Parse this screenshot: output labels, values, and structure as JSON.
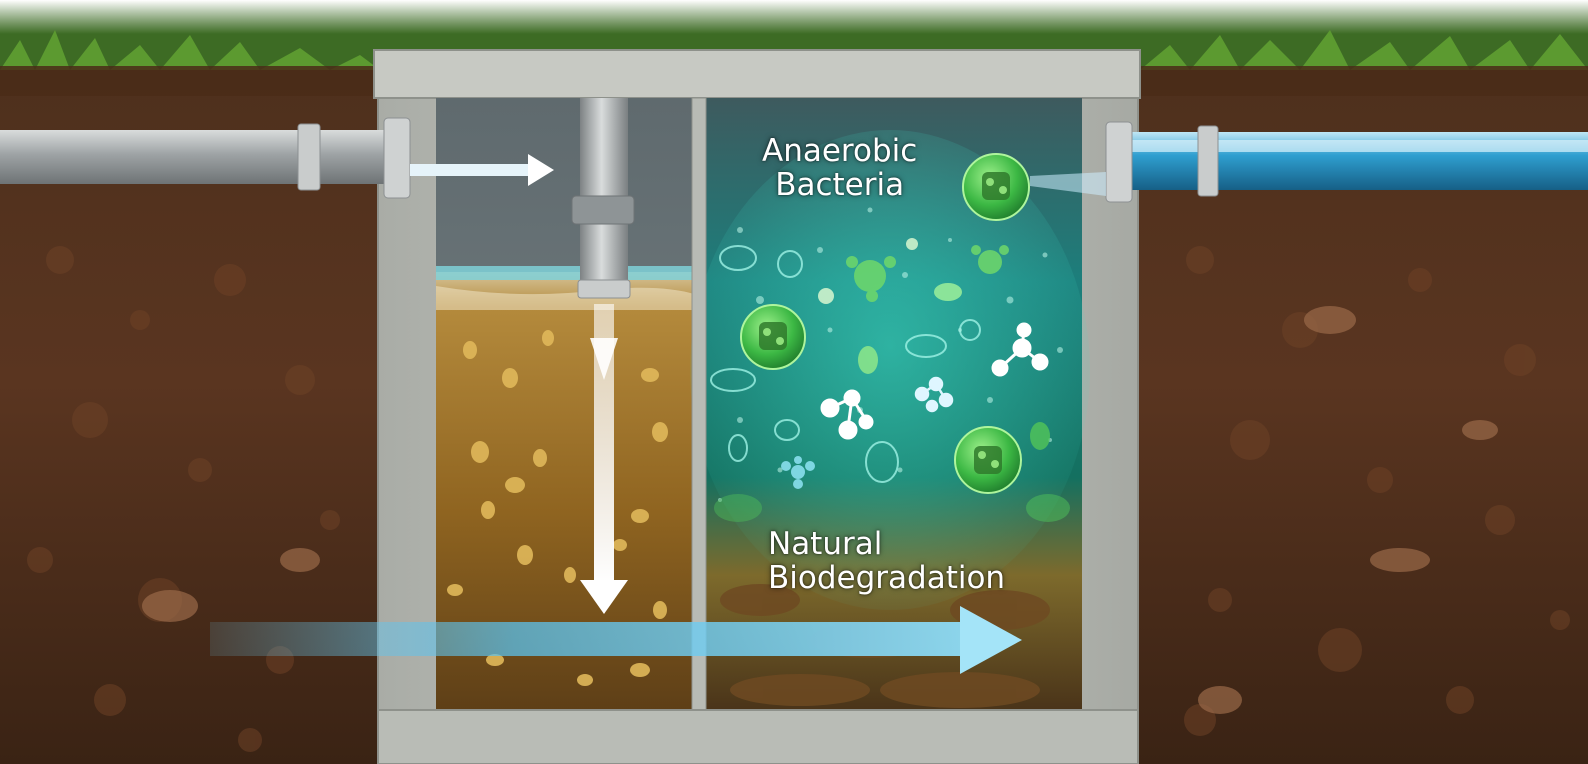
{
  "labels": {
    "anaerobic_line1": "Anaerobic",
    "anaerobic_line2": "Bacteria",
    "natural_line1": "Natural",
    "natural_line2": "Biodegradation"
  },
  "colors": {
    "soil": "#4a2c1a",
    "grass": "#4f8a2e",
    "concrete": "#b9bcb6",
    "sludge": "#9a6d22",
    "treatment_water": "#1f8a7a",
    "clean_water": "#3fb3e6",
    "bacteria": "#4fd160"
  },
  "icons": [
    "inlet-pipe-icon",
    "outlet-pipe-icon",
    "flow-arrow-icon",
    "bacteria-icon",
    "molecule-icon"
  ]
}
